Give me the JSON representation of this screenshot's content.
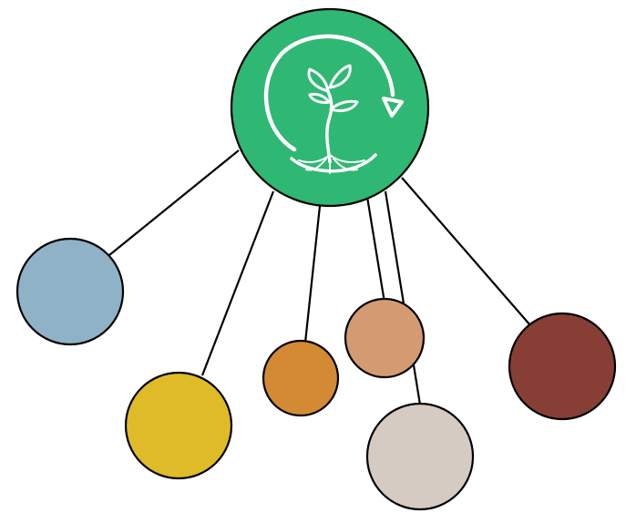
{
  "diagram": {
    "hub": {
      "color": "#2fb873",
      "icon": "sprout-cycle-icon"
    },
    "satellites": [
      {
        "id": "blue",
        "color": "#8fb2c6"
      },
      {
        "id": "yellow",
        "color": "#e0bb28"
      },
      {
        "id": "orange",
        "color": "#d38a33"
      },
      {
        "id": "tan",
        "color": "#d49b72"
      },
      {
        "id": "beige",
        "color": "#d6cbc2"
      },
      {
        "id": "brown",
        "color": "#873f35"
      }
    ]
  }
}
